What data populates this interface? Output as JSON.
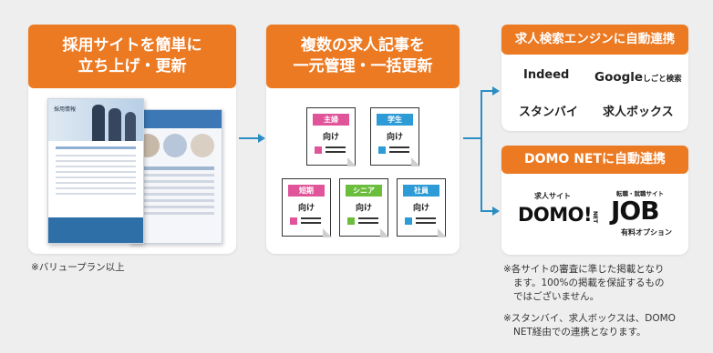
{
  "panel1": {
    "title_line1": "採用サイトを簡単に",
    "title_line2": "立ち上げ・更新",
    "note": "※バリュープラン以上",
    "site_title": "採用情報"
  },
  "panel2": {
    "title_line1": "複数の求人記事を",
    "title_line2": "一元管理・一括更新",
    "docs": [
      {
        "tag": "主婦",
        "muke": "向け",
        "color": "#e0559a"
      },
      {
        "tag": "学生",
        "muke": "向け",
        "color": "#2c9bd6"
      },
      {
        "tag": "短期",
        "muke": "向け",
        "color": "#e0559a"
      },
      {
        "tag": "シニア",
        "muke": "向け",
        "color": "#6bbd3c"
      },
      {
        "tag": "社員",
        "muke": "向け",
        "color": "#2c9bd6"
      }
    ]
  },
  "panel3": {
    "title": "求人検索エンジンに自動連携",
    "logos": [
      "Indeed",
      "Google",
      "しごと検索",
      "スタンバイ",
      "求人ボックス"
    ]
  },
  "panel4": {
    "title": "DOMO NETに自動連携",
    "domo_small": "求人サイト",
    "domo_logo": "DOMO!",
    "domo_net": "NET",
    "job_small": "転職・就職サイト",
    "job_logo": "JOB",
    "job_sub": "有料オプション"
  },
  "notes": {
    "right1_l1": "※各サイトの審査に準じた掲載となり",
    "right1_l2": "ます。100%の掲載を保証するもの",
    "right1_l3": "ではございません。",
    "right2_l1": "※スタンバイ、求人ボックスは、DOMO",
    "right2_l2": "NET経由での連携となります。"
  },
  "colors": {
    "orange": "#ec7a22",
    "arrow": "#2b8ec3"
  }
}
